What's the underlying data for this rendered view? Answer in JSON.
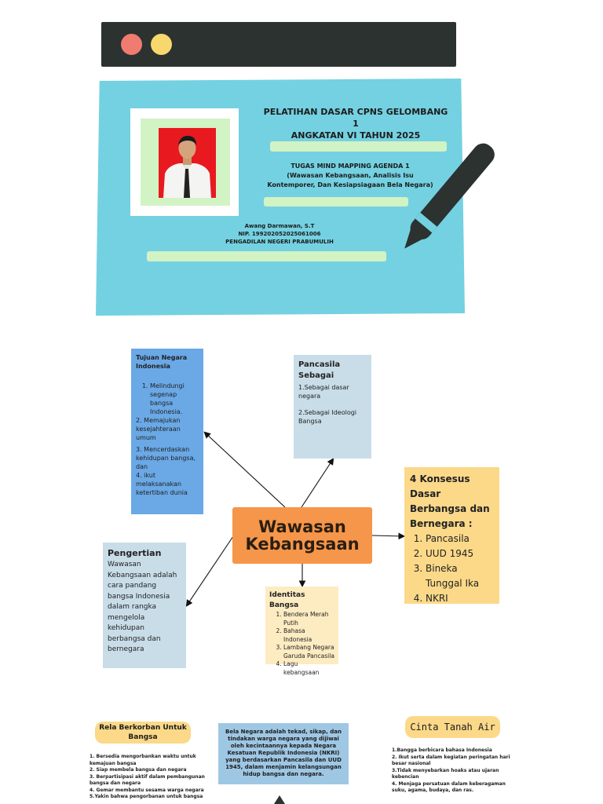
{
  "header": {
    "title_line1": "PELATIHAN DASAR CPNS GELOMBANG 1",
    "title_line2": "ANGKATAN VI TAHUN 2025",
    "sub_line1": "TUGAS MIND MAPPING AGENDA 1",
    "sub_line2": "(Wawasan Kebangsaan, Analisis Isu",
    "sub_line3": "Kontemporer, Dan Kesiapsiagaan Bela Negara)",
    "author_name": "Awang Darmawan, S.T",
    "author_nip": "NIP. 199202052025061006",
    "author_office": "PENGADILAN NEGERI PRABUMULIH"
  },
  "mindmap": {
    "central": {
      "line1": "Wawasan",
      "line2": "Kebangsaan"
    },
    "tujuan": {
      "title": "Tujuan Negara Indonesia",
      "item1": "Melindungi segenap bangsa Indonesia.",
      "item2": "2. Memajukan kesejahteraan umum",
      "item3": "3. Mencerdaskan kehidupan bangsa, dan",
      "item4": "4. ikut melaksanakan ketertiban dunia"
    },
    "pancasila": {
      "title": "Pancasila Sebagai",
      "item1": "1.Sebagai dasar negara",
      "item2": "2.Sebagai Ideologi Bangsa"
    },
    "konsensus": {
      "title": "4 Konsesus Dasar Berbangsa dan Bernegara :",
      "items": [
        "Pancasila",
        "UUD 1945",
        "Bineka Tunggal Ika",
        "NKRI"
      ]
    },
    "pengertian": {
      "title": "Pengertian",
      "body": "Wawasan Kebangsaan adalah cara pandang bangsa Indonesia dalam rangka mengelola kehidupan berbangsa dan bernegara"
    },
    "identitas": {
      "title": "Identitas Bangsa",
      "items": [
        "Bendera Merah Putih",
        "Bahasa Indonesia",
        "Lambang Negara Garuda Pancasila",
        "Lagu kebangsaan"
      ]
    }
  },
  "bottom": {
    "rela_title": "Rela Berkorban Untuk Bangsa",
    "rela_items": [
      "1. Bersedia mengorbankan waktu untuk kemajuan bangsa",
      "2. Siap membela bangsa dan negara",
      "3. Berpartisipasi aktif dalam pembangunan bangsa dan negara",
      "4. Gemar membantu sesama warga negara",
      "5.Yakin bahwa pengorbanan untuk bangsa"
    ],
    "bela_text": "Bela Negara adalah tekad, sikap, dan tindakan warga negara yang dijiwai oleh kecintaannya kepada Negara Kesatuan Republik Indonesia (NKRI) yang berdasarkan Pancasila dan UUD 1945, dalam menjamin kelangsungan hidup bangsa dan negara.",
    "cinta_title": "Cinta Tanah Air",
    "cinta_items": [
      "1.Bangga berbicara bahasa Indonesia",
      "2. Ikut serta dalam kegiatan peringatan hari besar nasional",
      "3.Tidak menyebarkan hoaks atau ujaran kebencian",
      "4. Menjaga persatuan dalam keberagaman suku, agama, budaya, dan ras."
    ]
  },
  "colors": {
    "panel": "#74d1e1",
    "dark": "#2b3230",
    "accent_orange": "#f5964a",
    "accent_yellow": "#fbd989",
    "accent_blue": "#6aa8e6",
    "pale_green": "#d2f3c4"
  }
}
